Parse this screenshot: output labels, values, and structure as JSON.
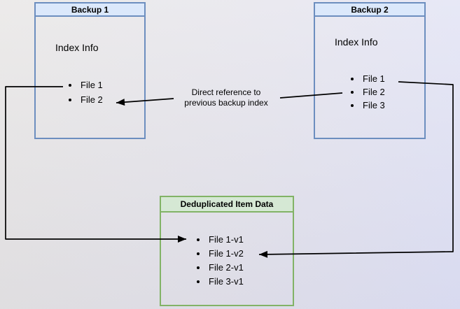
{
  "diagram": {
    "background_start_color": "#e7e5e4",
    "background_end_color": "#dfe1f6",
    "line_color": "#000000",
    "blue_header_fill": "#dbe8fb",
    "blue_border": "#6c8ebf",
    "green_header_fill": "#d5e8d4",
    "green_border": "#82b366"
  },
  "nodes": {
    "backup1": {
      "title": "Backup 1",
      "subtitle": "Index Info",
      "files": [
        "File 1",
        "File 2"
      ]
    },
    "backup2": {
      "title": "Backup 2",
      "subtitle": "Index Info",
      "files": [
        "File 1",
        "File 2",
        "File 3"
      ]
    },
    "dedup": {
      "title": "Deduplicated Item Data",
      "files": [
        "File 1-v1",
        "File 1-v2",
        "File 2-v1",
        "File 3-v1"
      ]
    }
  },
  "edges": {
    "label": {
      "line1": "Direct reference to",
      "line2": "previous backup index"
    },
    "connections": [
      {
        "from": "Backup 1 / File 1",
        "to": "Deduplicated Item Data / File 1-v1"
      },
      {
        "from": "Backup 2 / File 1",
        "to": "Deduplicated Item Data / File 1-v2"
      },
      {
        "from": "Backup 2 / File 2",
        "to": "Backup 1 / File 2",
        "label": "Direct reference to previous backup index"
      }
    ]
  }
}
